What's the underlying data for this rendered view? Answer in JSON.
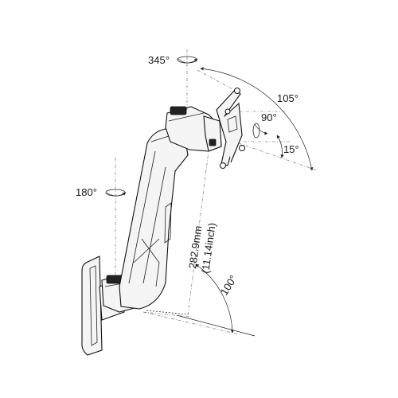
{
  "labels": {
    "rot_top": "345°",
    "rot_base": "180°",
    "tilt_105": "105°",
    "tilt_90": "90°",
    "tilt_15": "15°",
    "swing_100": "100°",
    "height_mm": "282.9mm",
    "height_inch": "(11.14inch)"
  },
  "colors": {
    "line": "#222222",
    "device_fill": "#f4f4f4",
    "device_dark": "#222222"
  }
}
